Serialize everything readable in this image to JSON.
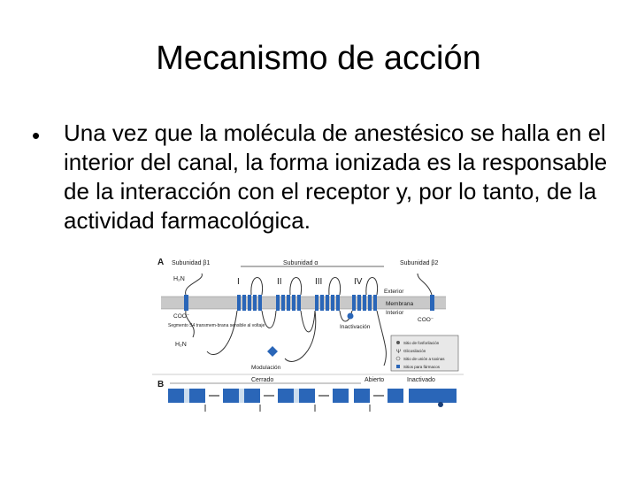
{
  "slide": {
    "title": "Mecanismo de acción",
    "bullet": "Una vez que la molécula de anestésico se halla en el interior del canal, la forma ionizada es la responsable de la interacción con el receptor y, por lo tanto, de la actividad farmacológica."
  },
  "figure": {
    "panel_a": "A",
    "panel_b": "B",
    "subunit_b1": "Subunidad β1",
    "subunit_a": "Subunidad α",
    "subunit_b2": "Subunidad β2",
    "domains": [
      "I",
      "II",
      "III",
      "IV"
    ],
    "exterior": "Exterior",
    "membrane": "Membrana",
    "interior": "Interior",
    "inactivation": "Inactivación",
    "modulation": "Modulación",
    "h2n_top": "H₂N",
    "h2n_left": "H₂N",
    "coo_left": "COO⁻",
    "coo_right": "COO⁻",
    "segment_note": "Segmento S4 transmem-brana sensible al voltaje",
    "state_closed": "Cerrado",
    "state_open": "Abierto",
    "state_inactivated": "Inactivado",
    "legend": [
      "Sitio de fosforilación",
      "Glicosilación",
      "Sitio de unión a toxinas",
      "Sitios para fármacos"
    ]
  }
}
